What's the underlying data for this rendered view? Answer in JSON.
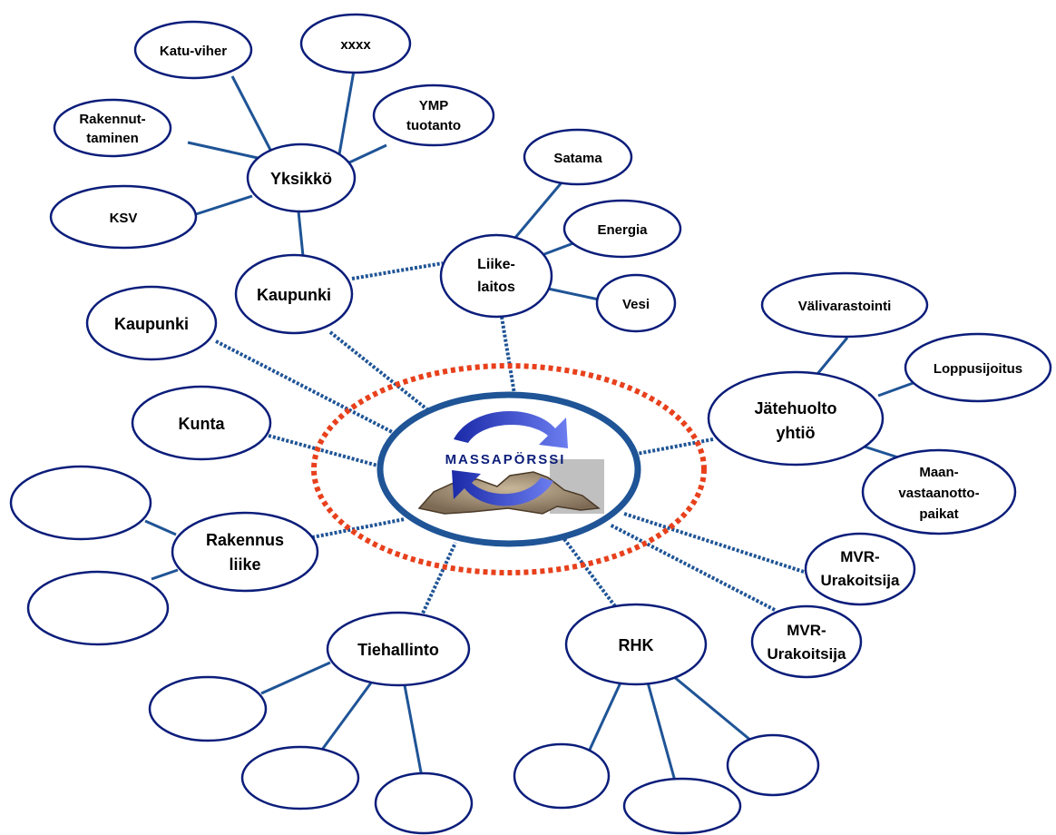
{
  "diagram": {
    "center": {
      "label": "MASSAPÖRSSI"
    },
    "nodes": {
      "katu_viher": "Katu-viher",
      "xxxx": "xxxx",
      "rakennuttaminen": [
        "Rakennut-",
        "taminen"
      ],
      "ymp_tuotanto": [
        "YMP",
        "tuotanto"
      ],
      "yksikko": "Yksikkö",
      "ksv": "KSV",
      "satama": "Satama",
      "energia": "Energia",
      "liikelaitos": [
        "Liike-",
        "laitos"
      ],
      "vesi": "Vesi",
      "kaupunki_upper": "Kaupunki",
      "kaupunki_left": "Kaupunki",
      "valivarastointi": "Välivarastointi",
      "loppusijoitus": "Loppusijoitus",
      "jatehuolto": [
        "Jätehuolto",
        "yhtiö"
      ],
      "kunta": "Kunta",
      "maanvastaanotto": [
        "Maan-",
        "vastaanotto-",
        "paikat"
      ],
      "rakennusliike": [
        "Rakennus",
        "liike"
      ],
      "mvr_1": [
        "MVR-",
        "Urakoitsija"
      ],
      "mvr_2": [
        "MVR-",
        "Urakoitsija"
      ],
      "tiehallinto": "Tiehallinto",
      "rhk": "RHK"
    },
    "colors": {
      "node_border": "#0b1d7a",
      "link": "#1f5496",
      "center_ring_outer": "#e8401c",
      "center_ring_inner": "#1f5496",
      "arrows": "#2f3fc0"
    }
  }
}
